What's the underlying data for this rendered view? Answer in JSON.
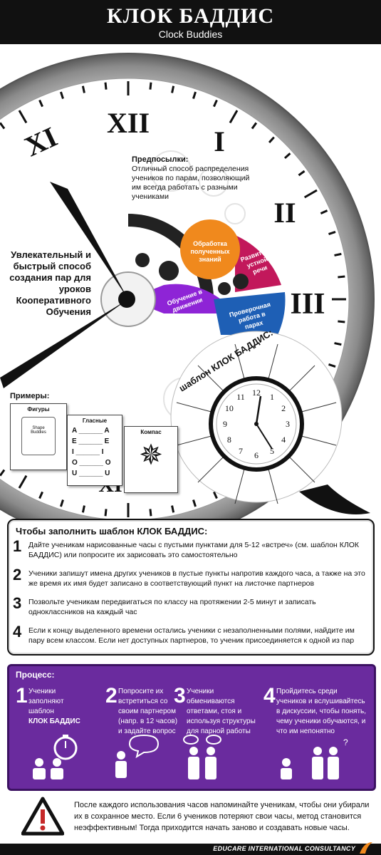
{
  "header": {
    "title_ru": "КЛОК БАДДИС",
    "title_en": "Clock Buddies"
  },
  "clock": {
    "numerals": [
      "XII",
      "I",
      "II",
      "III",
      "XI",
      "XI"
    ],
    "prereq_title": "Предпосылки:",
    "prereq_text": "Отличный способ распределения учеников по парам, позволяющий им всегда работать с разными учениками",
    "tagline": "Увлекательный и быстрый способ создания пар для уроков Кооперативного Обучения",
    "gears": [
      {
        "label": "Обработка полученных знаний",
        "color": "#f0891d"
      },
      {
        "label": "Развитие устной речи",
        "color": "#c2185b"
      },
      {
        "label": "Обучение в движении",
        "color": "#8e24d6"
      },
      {
        "label": "Проверочная работа в парах",
        "color": "#1e5fb5"
      }
    ],
    "template_label": "шаблон КЛОК БАДДИС:",
    "mini_clock_numbers": [
      "12",
      "1",
      "2",
      "3",
      "4",
      "5",
      "6",
      "7",
      "8",
      "9",
      "10",
      "11"
    ]
  },
  "examples": {
    "label": "Примеры:",
    "cards": [
      {
        "title": "Фигуры",
        "inner": "Shape Buddies"
      },
      {
        "title": "Гласные",
        "rows": [
          "A",
          "E",
          "I",
          "O",
          "U"
        ]
      },
      {
        "title": "Компас"
      }
    ]
  },
  "steps": {
    "title": "Чтобы заполнить шаблон КЛОК БАДДИС:",
    "items": [
      {
        "n": "1",
        "text": "Дайте ученикам нарисованные часы с пустыми пунктами для 5-12 «встреч» (см. шаблон КЛОК БАДДИС) или попросите их зарисовать это самостоятельно"
      },
      {
        "n": "2",
        "text": "Ученики запишут имена других учеников в пустые пункты напротив каждого часа, а также на это же время их имя будет записано в соответствующий пункт на листочке партнеров"
      },
      {
        "n": "3",
        "text": "Позвольте ученикам передвигаться по классу на протяжении 2-5 минут и записать одноклассников на каждый час"
      },
      {
        "n": "4",
        "text": "Если к концу выделенного времени остались ученики с незаполненными полями, найдите им пару всем классом. Если нет доступных партнеров, то ученик присоединяется к одной из пар"
      }
    ]
  },
  "process": {
    "title": "Процесс:",
    "items": [
      {
        "n": "1",
        "lines": [
          "Ученики",
          "заполняют",
          "шаблон"
        ],
        "bold": "КЛОК БАДДИС"
      },
      {
        "n": "2",
        "lines": [
          "Попросите их",
          "встретиться со",
          "своим партнером",
          "(напр. в 12 часов)",
          "и задайте вопрос"
        ]
      },
      {
        "n": "3",
        "lines": [
          "Ученики",
          "обмениваются",
          "ответами, стоя и",
          "используя структуры",
          "для парной работы"
        ]
      },
      {
        "n": "4",
        "lines": [
          "Пройдитесь среди",
          "учеников и вслушивайтесь",
          "в дискуссии, чтобы понять,",
          "чему ученики обучаются, и",
          "что им непонятно"
        ]
      }
    ]
  },
  "warning": {
    "text": "После каждого использования часов напоминайте ученикам, чтобы они убирали их в сохранное место. Если 6 учеников потеряют свои часы, метод становится неэффективным! Тогда приходится начать заново и создавать новые часы."
  },
  "footer": {
    "org": "EDUCARE INTERNATIONAL CONSULTANCY"
  },
  "colors": {
    "purple": "#6a2b9e",
    "header": "#111111"
  }
}
